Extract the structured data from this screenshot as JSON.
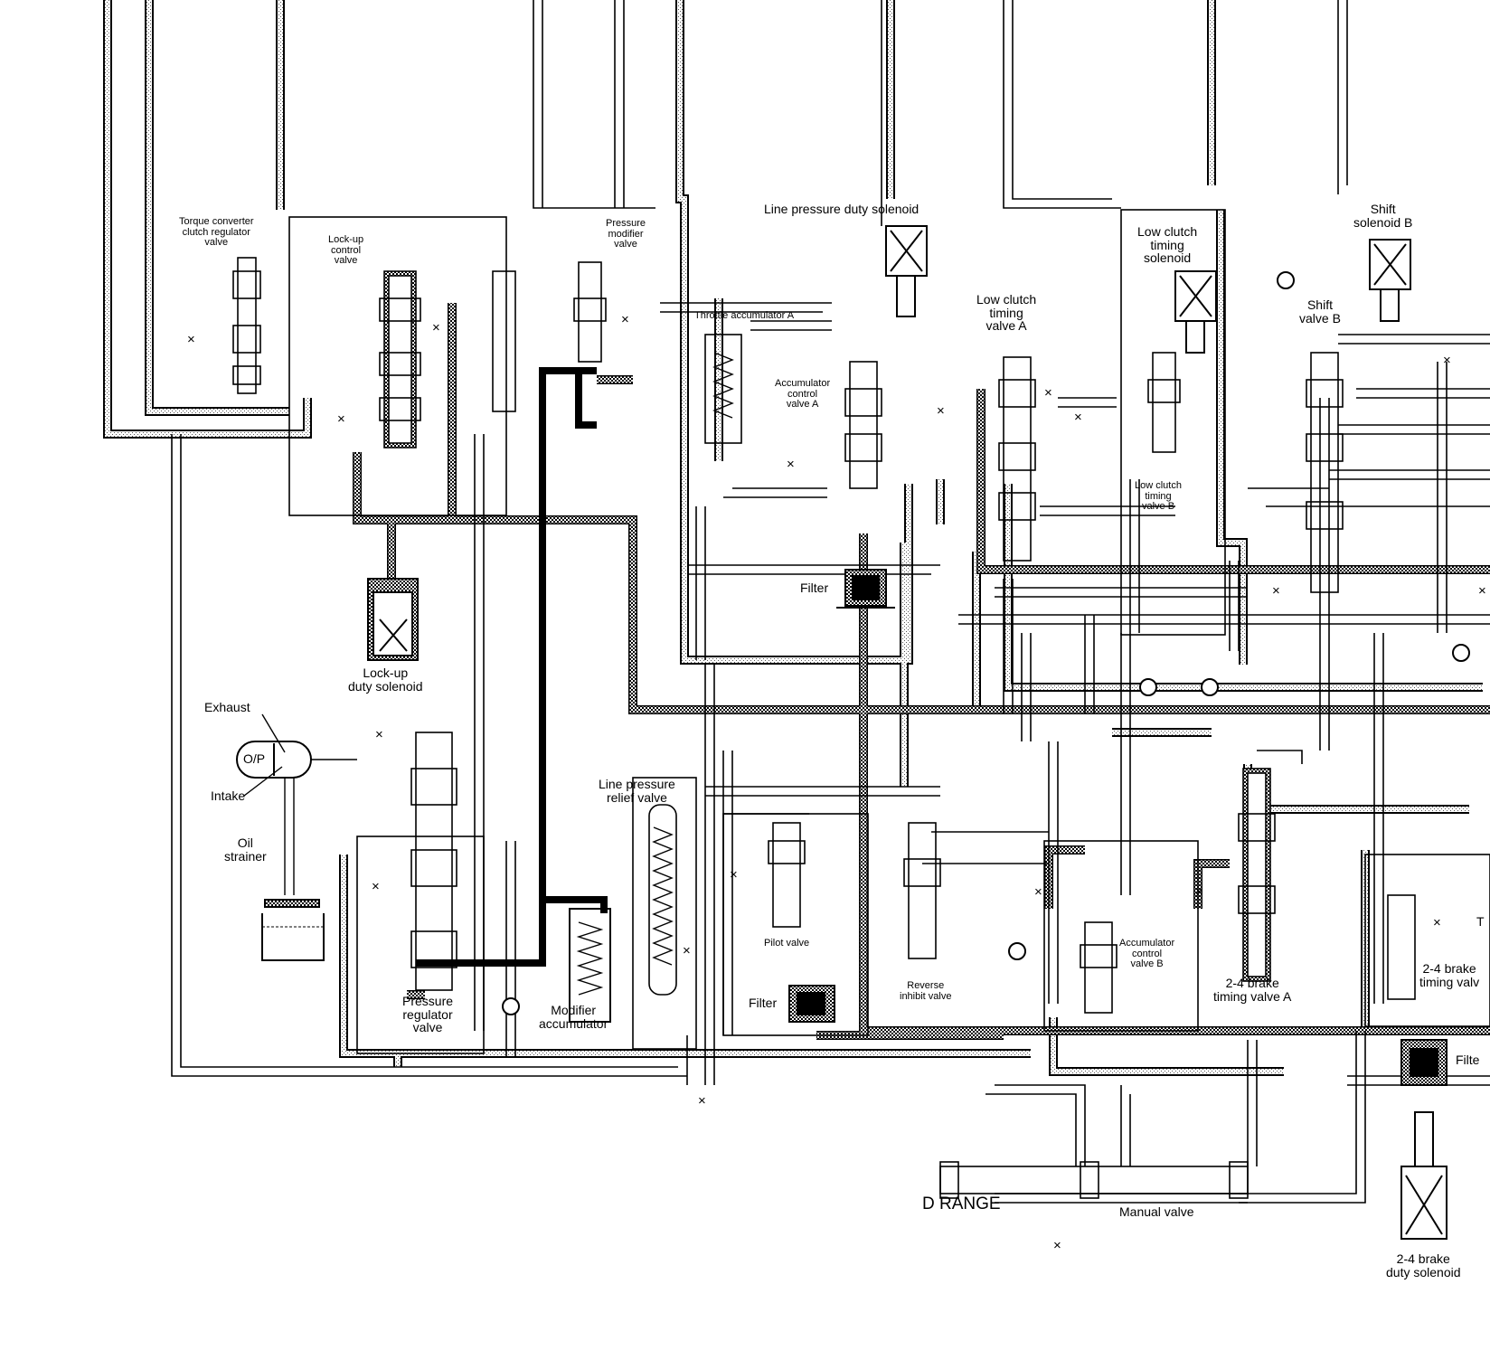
{
  "diagram": {
    "labels": {
      "torque_converter_valve": [
        "Torque converter",
        "clutch regulator",
        "valve"
      ],
      "lockup_control_valve": [
        "Lock-up",
        "control",
        "valve"
      ],
      "pressure_modifier_valve": [
        "Pressure",
        "modifier",
        "valve"
      ],
      "line_pressure_duty_solenoid": [
        "Line pressure duty solenoid"
      ],
      "low_clutch_timing_solenoid": [
        "Low clutch",
        "timing",
        "solenoid"
      ],
      "shift_solenoid_b": [
        "Shift",
        "solenoid B"
      ],
      "shift_valve_b": [
        "Shift",
        "valve B"
      ],
      "low_clutch_timing_valve_a": [
        "Low clutch",
        "timing",
        "valve A"
      ],
      "throttle_accumulator_a": [
        "Throttle accumulator A"
      ],
      "accumulator_control_valve_a": [
        "Accumulator",
        "control",
        "valve A"
      ],
      "low_clutch_timing_valve_b": [
        "Low clutch",
        "timing",
        "valve B"
      ],
      "filter_upper": [
        "Filter"
      ],
      "lockup_duty_solenoid": [
        "Lock-up",
        "duty solenoid"
      ],
      "exhaust": [
        "Exhaust"
      ],
      "oil_pump": [
        "O/P"
      ],
      "intake": [
        "Intake"
      ],
      "oil_strainer": [
        "Oil",
        "strainer"
      ],
      "line_pressure_relief_valve": [
        "Line pressure",
        "relief valve"
      ],
      "pilot_valve": [
        "Pilot valve"
      ],
      "filter_lower": [
        "Filter"
      ],
      "reverse_inhibit_valve": [
        "Reverse",
        "inhibit valve"
      ],
      "accumulator_control_valve_b": [
        "Accumulator",
        "control",
        "valve B"
      ],
      "brake_timing_valve_a": [
        "2-4 brake",
        "timing valve A"
      ],
      "brake_timing_valve_partial": [
        "2-4 brake",
        "timing valv"
      ],
      "filter_right": [
        "Filte"
      ],
      "t_partial": [
        "T"
      ],
      "pressure_regulator_valve": [
        "Pressure",
        "regulator",
        "valve"
      ],
      "modifier_accumulator": [
        "Modifier",
        "accumulator"
      ],
      "d_range": [
        "D RANGE"
      ],
      "manual_valve": [
        "Manual valve"
      ],
      "brake_duty_solenoid": [
        "2-4 brake",
        "duty solenoid"
      ]
    },
    "exhaust_mark": "×",
    "colors": {
      "ink": "#000000",
      "paper": "#ffffff",
      "stipple": "#9a9a9a"
    }
  }
}
